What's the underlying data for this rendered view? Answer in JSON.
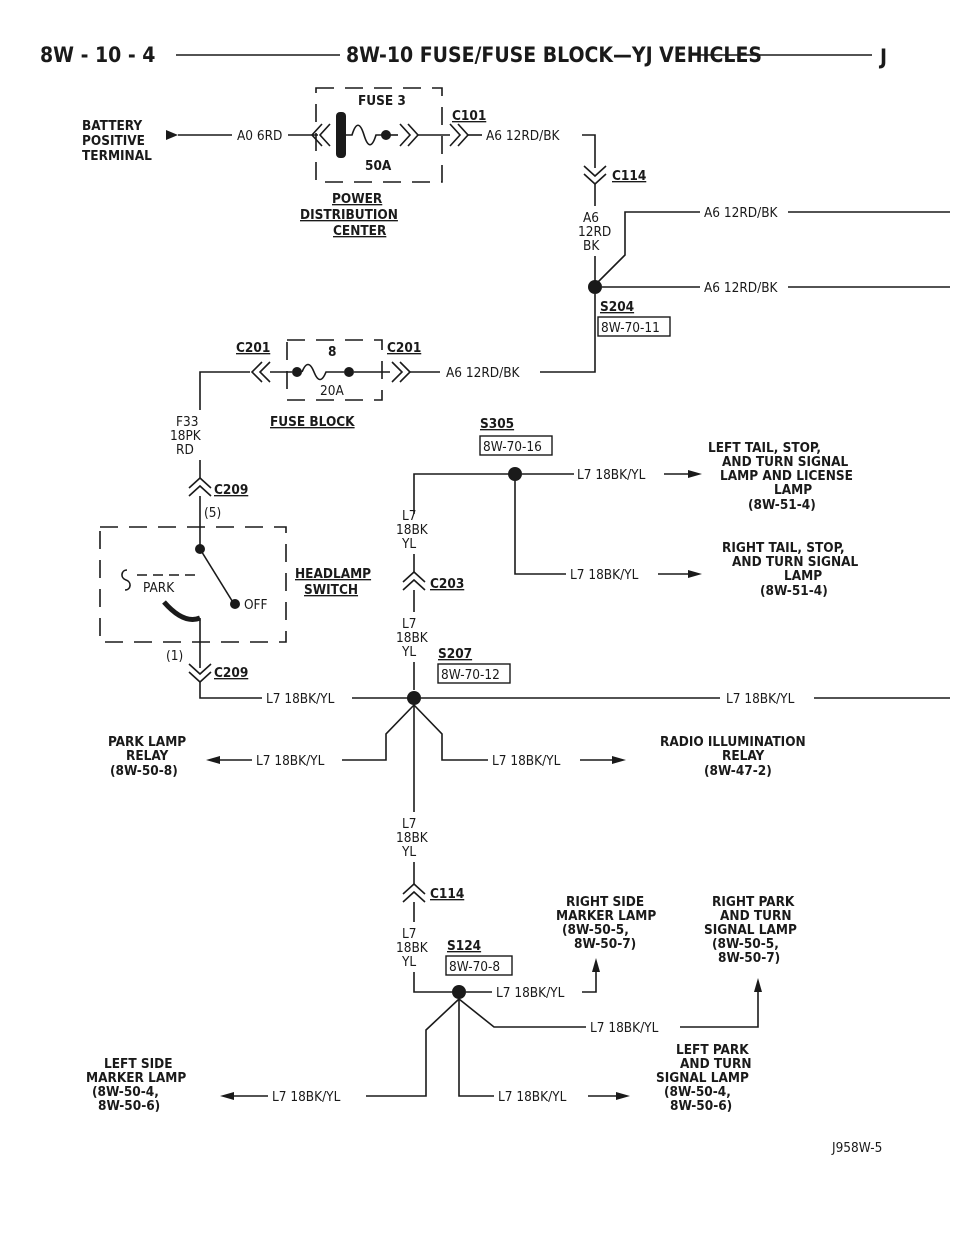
{
  "header": {
    "left": "8W - 10 - 4",
    "title": "8W-10 FUSE/FUSE BLOCK—YJ VEHICLES",
    "right": "J"
  },
  "battery": [
    "BATTERY",
    "POSITIVE",
    "TERMINAL"
  ],
  "fuse3": {
    "name": "FUSE 3",
    "rating": "50A"
  },
  "pdc": [
    "POWER",
    "DISTRIBUTION",
    "CENTER"
  ],
  "connectors": {
    "c101": "C101",
    "c114": "C114",
    "c201": "C201",
    "c209": "C209",
    "c203": "C203"
  },
  "wires": {
    "a0": "A0 6RD",
    "a6": "A6 12RD/BK",
    "a6_v": [
      "A6",
      "12RD",
      "BK"
    ],
    "f33": [
      "F33",
      "18PK",
      "RD"
    ],
    "l7": "L7 18BK/YL",
    "l7_v": [
      "L7",
      "18BK",
      "YL"
    ]
  },
  "splices": {
    "s204": "S204",
    "s305": "S305",
    "s207": "S207",
    "s124": "S124"
  },
  "refs": {
    "s204": "8W-70-11",
    "s305": "8W-70-16",
    "s207": "8W-70-12",
    "s124": "8W-70-8"
  },
  "fuse8": {
    "number": "8",
    "rating": "20A"
  },
  "fuse_block": "FUSE BLOCK",
  "switch": {
    "name": [
      "HEADLAMP",
      "SWITCH"
    ],
    "park": "PARK",
    "off": "OFF",
    "pin5": "(5)",
    "pin1": "(1)"
  },
  "loads": {
    "left_tail": [
      "LEFT TAIL, STOP,",
      "AND TURN SIGNAL",
      "LAMP AND LICENSE",
      "LAMP",
      "(8W-51-4)"
    ],
    "right_tail": [
      "RIGHT TAIL, STOP,",
      "AND TURN SIGNAL",
      "LAMP",
      "(8W-51-4)"
    ],
    "park_relay": [
      "PARK LAMP",
      "RELAY",
      "(8W-50-8)"
    ],
    "radio": [
      "RADIO ILLUMINATION",
      "RELAY",
      "(8W-47-2)"
    ],
    "right_side_marker": [
      "RIGHT SIDE",
      "MARKER LAMP",
      "(8W-50-5,",
      "8W-50-7)"
    ],
    "right_park": [
      "RIGHT PARK",
      "AND TURN",
      "SIGNAL LAMP",
      "(8W-50-5,",
      "8W-50-7)"
    ],
    "left_side_marker": [
      "LEFT SIDE",
      "MARKER LAMP",
      "(8W-50-4,",
      "8W-50-6)"
    ],
    "left_park": [
      "LEFT PARK",
      "AND TURN",
      "SIGNAL LAMP",
      "(8W-50-4,",
      "8W-50-6)"
    ]
  },
  "footer_code": "J958W-5"
}
